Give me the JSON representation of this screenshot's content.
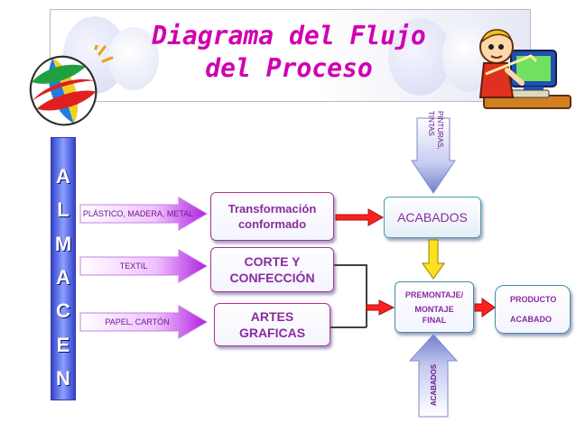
{
  "title": {
    "line1": "Diagrama del Flujo",
    "line2": "del Proceso"
  },
  "almacen_letters": [
    "A",
    "L",
    "M",
    "A",
    "C",
    "E",
    "N"
  ],
  "inputs": [
    {
      "label": "PLÁSTICO, MADERA, METAL"
    },
    {
      "label": "TEXTIL"
    },
    {
      "label": "PAPEL, CARTÓN"
    }
  ],
  "processes": {
    "transformacion": {
      "line1": "Transformación",
      "line2": "conformado"
    },
    "corte": {
      "line1": "CORTE Y",
      "line2": "CONFECCIÓN"
    },
    "artes": {
      "line1": "ARTES",
      "line2": "GRAFICAS"
    },
    "acabados": "ACABADOS",
    "premontaje": {
      "line1": "PREMONTAJE/",
      "line2": "MONTAJE",
      "line3": "FINAL"
    },
    "producto": {
      "line1": "PRODUCTO",
      "line2": "ACABADO"
    }
  },
  "side_inputs": {
    "pinturas": {
      "line1": "PINTURAS,",
      "line2": "TINTAS"
    },
    "acabados_vertical": "ACABADOS"
  },
  "colors": {
    "title": "#d000b0",
    "almacen": "#3344cc",
    "arrow_red": "#ff2020",
    "arrow_yellow": "#ffe020",
    "box_text": "#8a2ba0"
  },
  "icons": [
    "beach-ball-icon",
    "child-at-computer-icon"
  ]
}
